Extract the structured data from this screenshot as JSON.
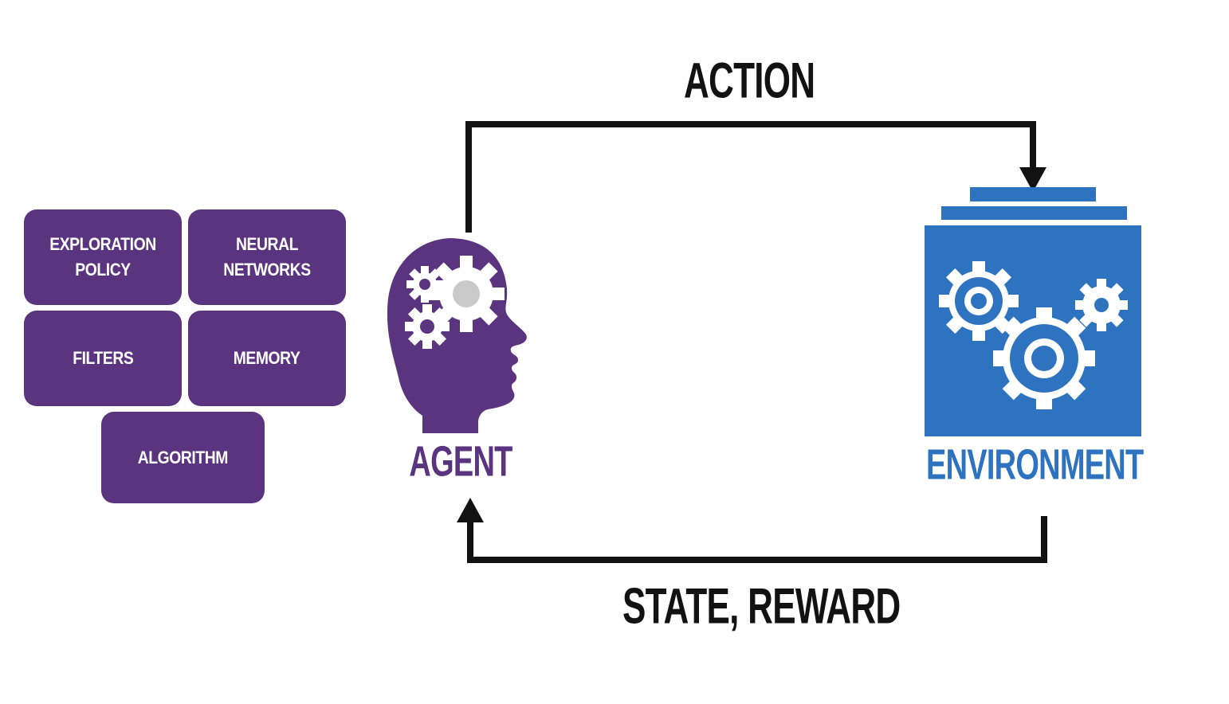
{
  "labels": {
    "action": "ACTION",
    "state_reward": "STATE, REWARD",
    "agent": "AGENT",
    "environment": "ENVIRONMENT"
  },
  "components": [
    {
      "label": "EXPLORATION POLICY"
    },
    {
      "label": "NEURAL NETWORKS"
    },
    {
      "label": "FILTERS"
    },
    {
      "label": "MEMORY"
    },
    {
      "label": "ALGORITHM"
    }
  ],
  "icons": {
    "agent": "head-with-gears-icon",
    "environment": "machine-with-gears-icon"
  },
  "colors": {
    "purple": "#5b3480",
    "blue": "#2e73c0",
    "arrow_black": "#121212",
    "gear_gray": "#c9c9c9",
    "white": "#ffffff"
  }
}
